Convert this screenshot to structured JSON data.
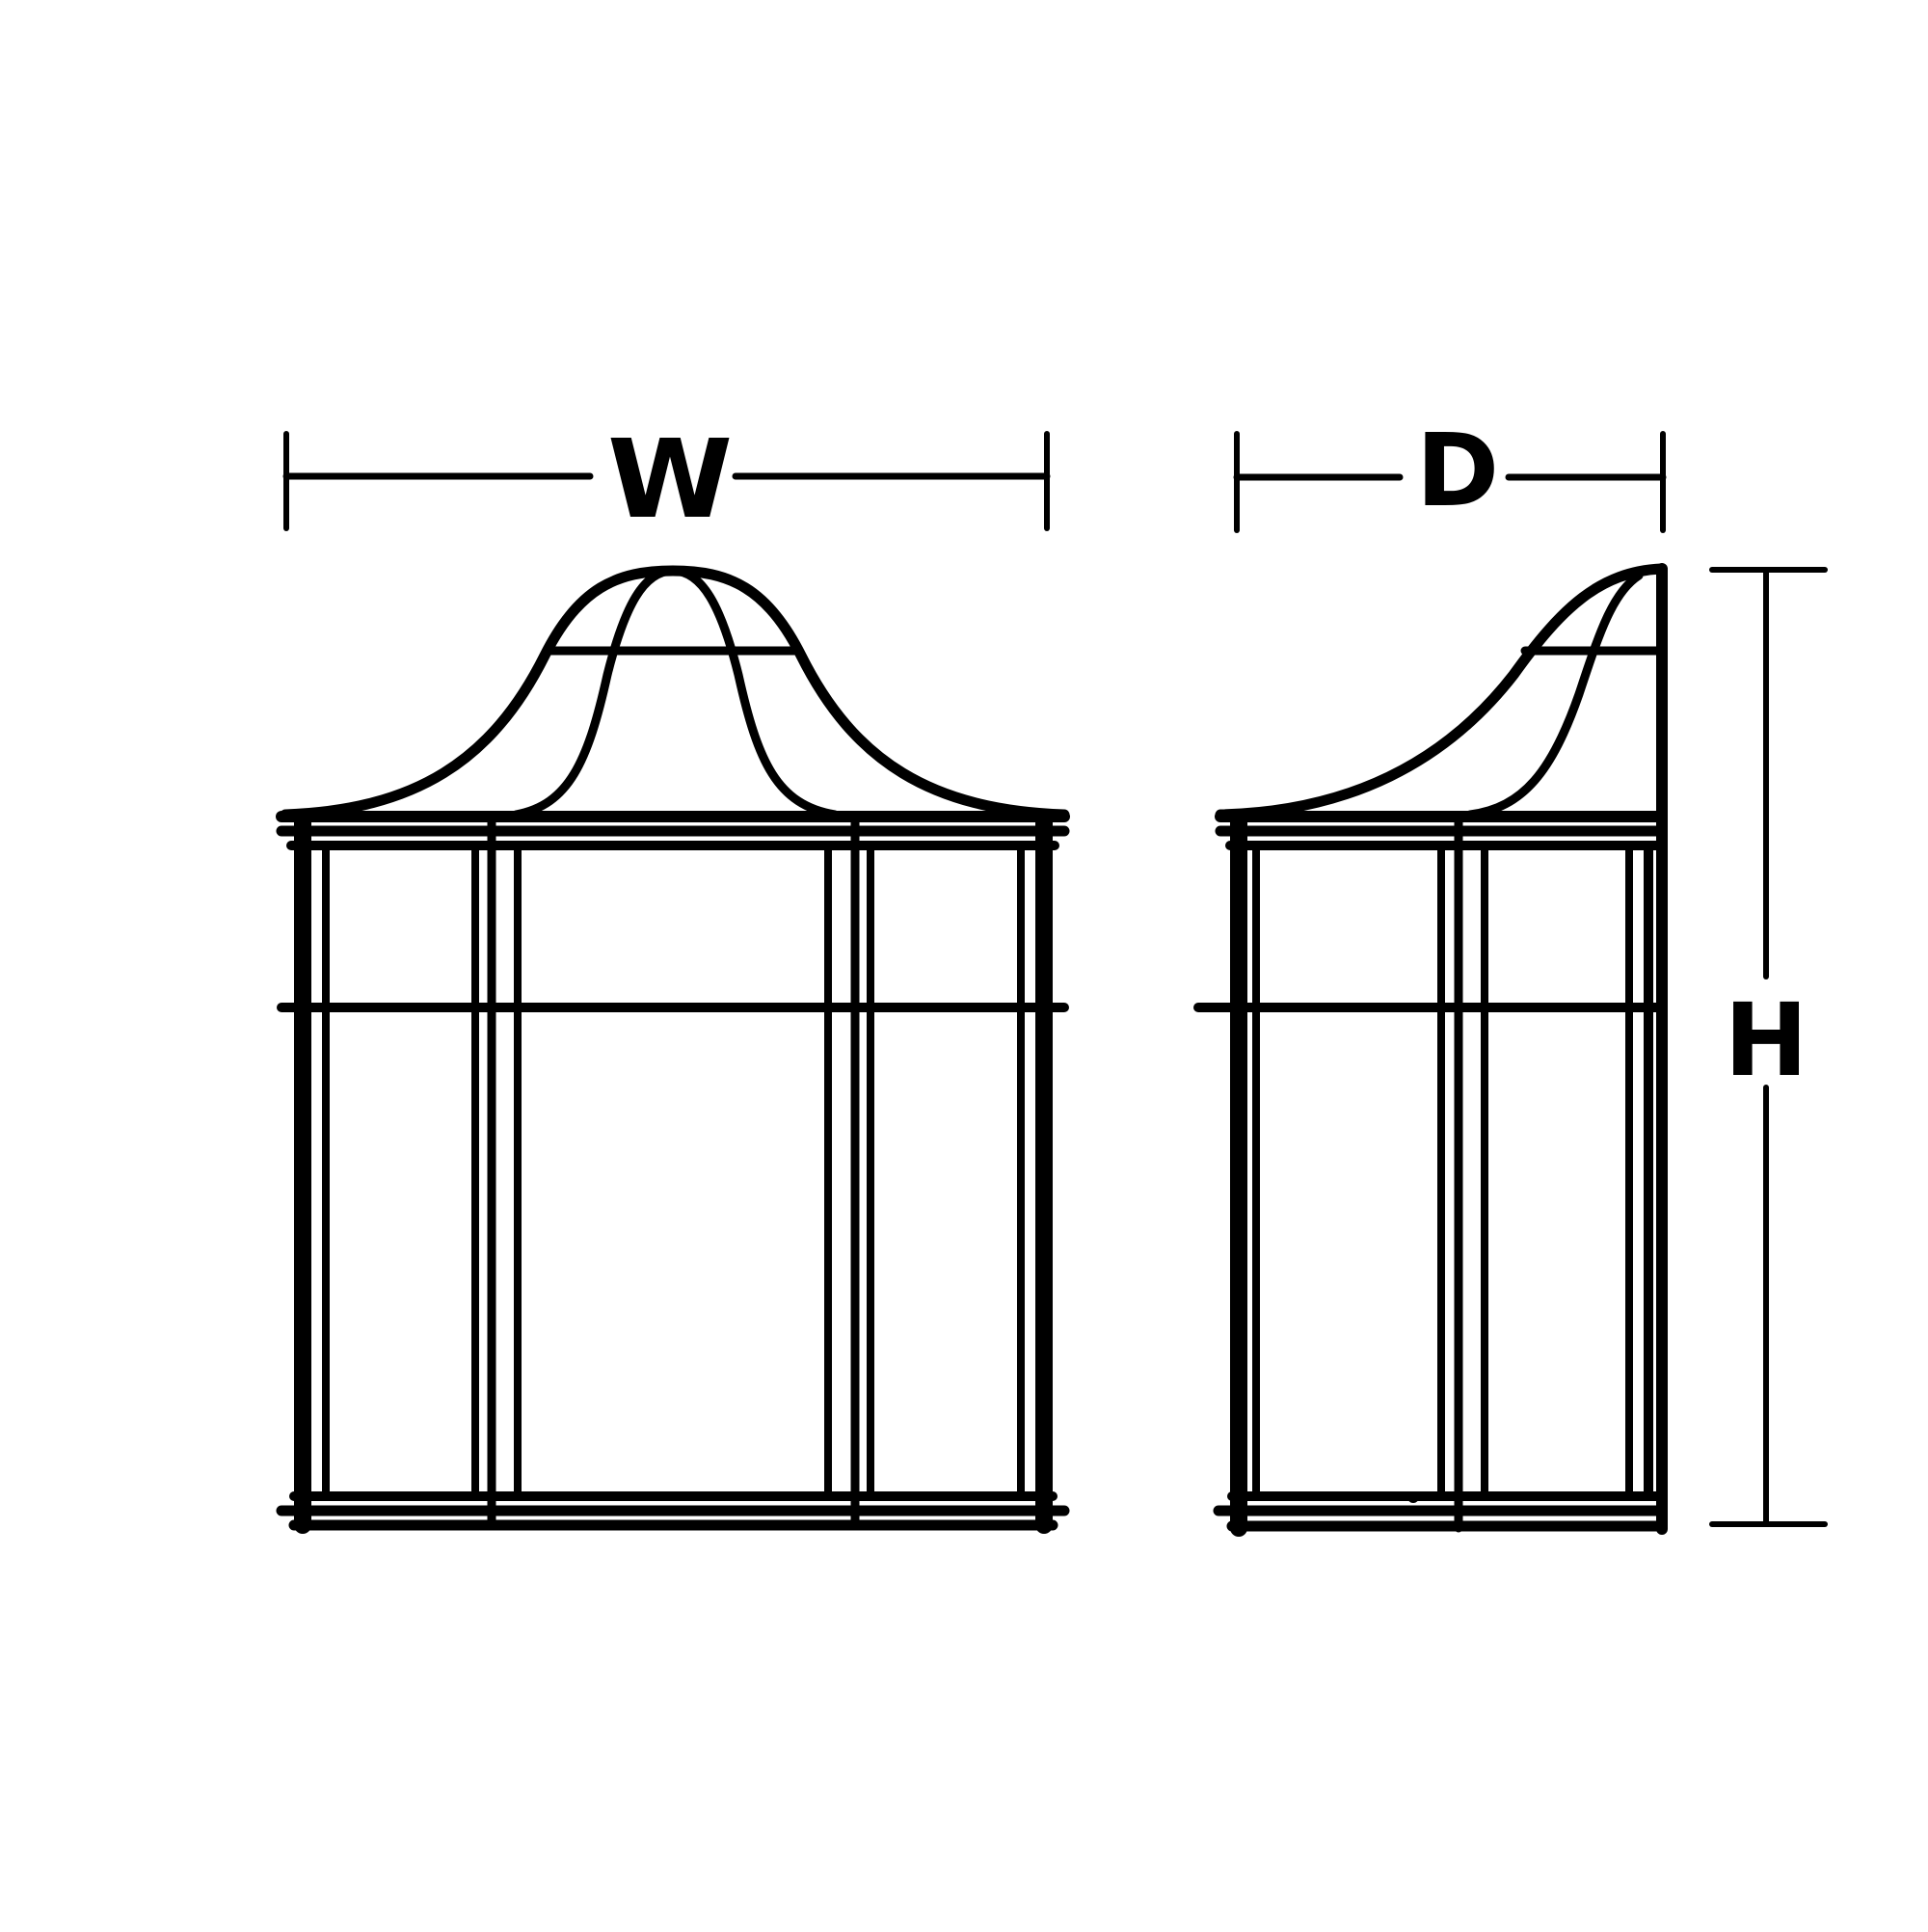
{
  "diagram": {
    "type": "dimension drawing",
    "subject": "wall lantern",
    "views": [
      {
        "name": "front view",
        "dimension_label": "W"
      },
      {
        "name": "side view",
        "dimension_labels": [
          "D",
          "H"
        ]
      }
    ]
  },
  "labels": {
    "width": "W",
    "depth": "D",
    "height": "H"
  },
  "colors": {
    "line": "#000000",
    "background": "#ffffff"
  }
}
